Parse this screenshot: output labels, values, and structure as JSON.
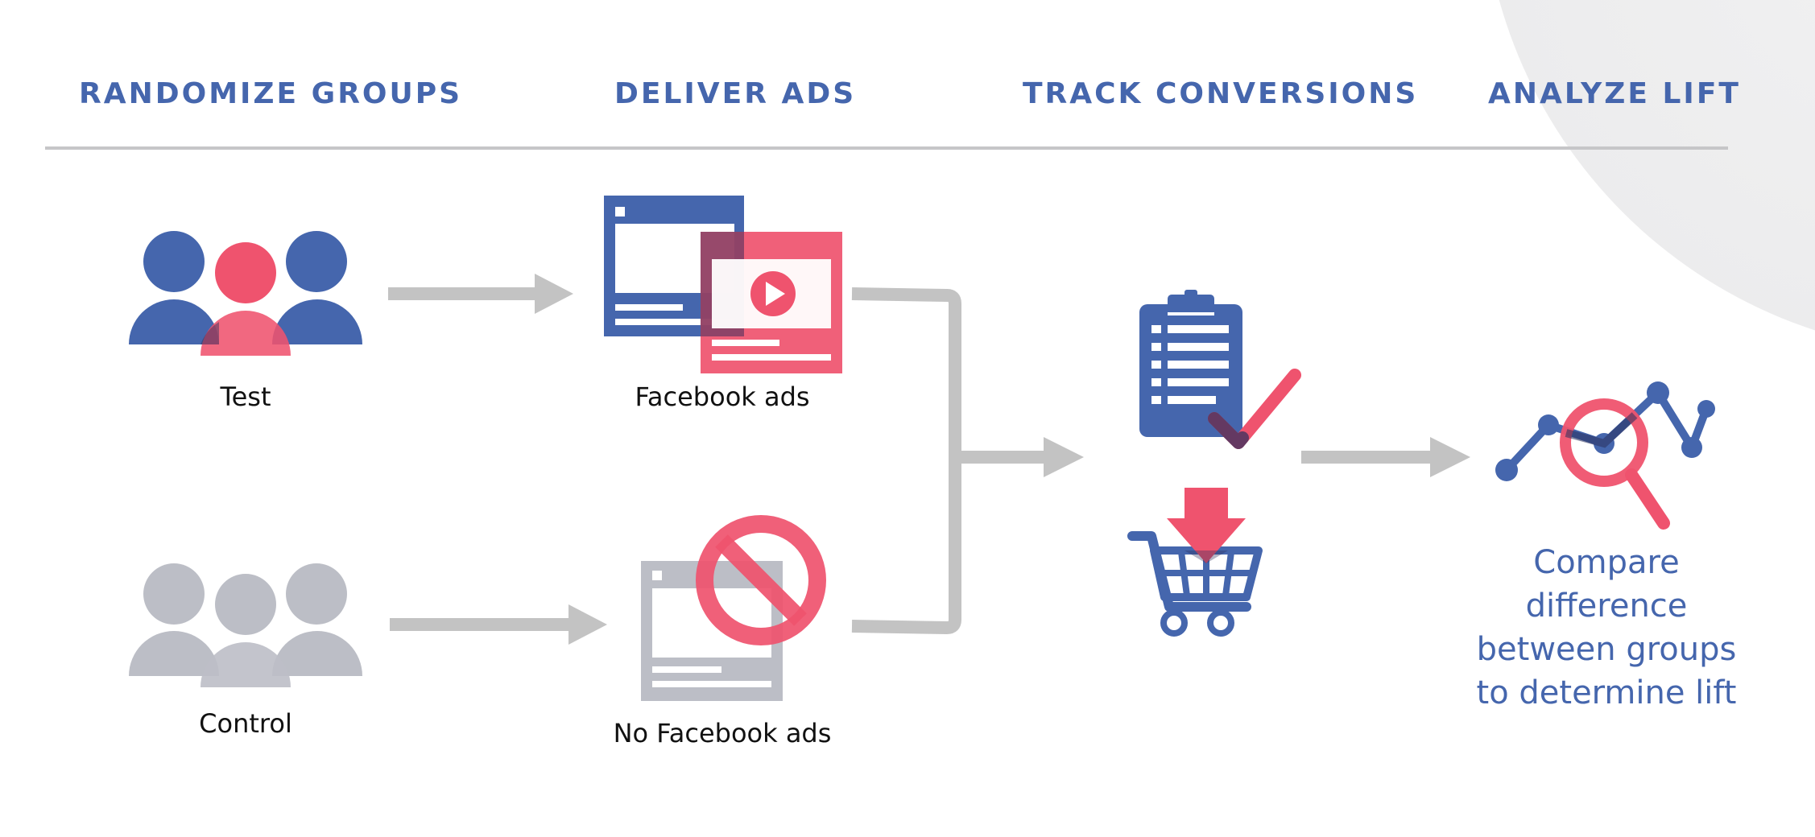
{
  "headers": {
    "randomize": "RANDOMIZE GROUPS",
    "deliver": "DELIVER ADS",
    "track": "TRACK CONVERSIONS",
    "analyze": "ANALYZE LIFT"
  },
  "groups": {
    "test_label": "Test",
    "control_label": "Control"
  },
  "ads": {
    "with_ads_label": "Facebook ads",
    "no_ads_label": "No Facebook ads"
  },
  "result_text": "Compare difference between groups to determine lift",
  "colors": {
    "brand_blue": "#4566ad",
    "accent_red": "#ef536e",
    "neutral_gray": "#bcbec6",
    "arrow_gray": "#c3c3c3",
    "overlap_dark": "#2a2f5c"
  },
  "icons": [
    "test-group-people-icon",
    "control-group-people-icon",
    "facebook-ads-icon",
    "video-play-icon",
    "no-ads-icon",
    "prohibited-icon",
    "clipboard-checklist-icon",
    "checkmark-icon",
    "shopping-cart-icon",
    "download-arrow-icon",
    "lift-chart-magnifier-icon"
  ]
}
